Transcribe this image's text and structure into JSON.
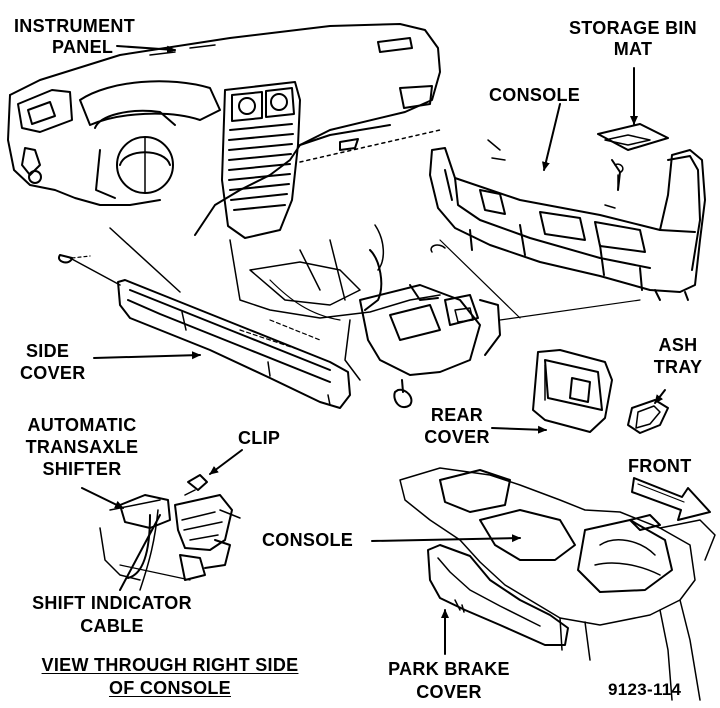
{
  "labels": {
    "instrument_panel_1": "INSTRUMENT",
    "instrument_panel_2": "PANEL",
    "storage_bin_mat_1": "STORAGE BIN",
    "storage_bin_mat_2": "MAT",
    "console_top": "CONSOLE",
    "side_cover_1": "SIDE",
    "side_cover_2": "COVER",
    "ash_tray_1": "ASH",
    "ash_tray_2": "TRAY",
    "automatic_1": "AUTOMATIC",
    "automatic_2": "TRANSAXLE",
    "automatic_3": "SHIFTER",
    "clip": "CLIP",
    "rear_cover_1": "REAR",
    "rear_cover_2": "COVER",
    "front": "FRONT",
    "console_bottom": "CONSOLE",
    "shift_indicator_1": "SHIFT INDICATOR",
    "shift_indicator_2": "CABLE",
    "view_through_1": "VIEW THROUGH RIGHT SIDE",
    "view_through_2": "OF CONSOLE",
    "park_brake_1": "PARK BRAKE",
    "park_brake_2": "COVER",
    "figure_number": "9123-114"
  }
}
